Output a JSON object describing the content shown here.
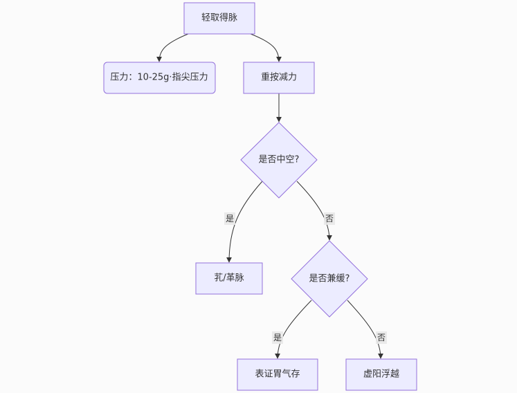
{
  "nodes": {
    "light": "轻取得脉",
    "pressure": "压力：10-25g·指尖压力",
    "press_hard": "重按减力",
    "hollow_q": "是否中空?",
    "kou_ge": "芤/革脉",
    "slow_q": "是否兼缓?",
    "stomach_qi": "表证胃气存",
    "yang_float": "虚阳浮越"
  },
  "edge_labels": {
    "hollow_yes": "是",
    "hollow_no": "否",
    "slow_yes": "是",
    "slow_no": "否"
  },
  "colors": {
    "node_fill": "#ececff",
    "node_stroke": "#9370db",
    "edge": "#333333",
    "label_bg": "#e8e8e8"
  }
}
